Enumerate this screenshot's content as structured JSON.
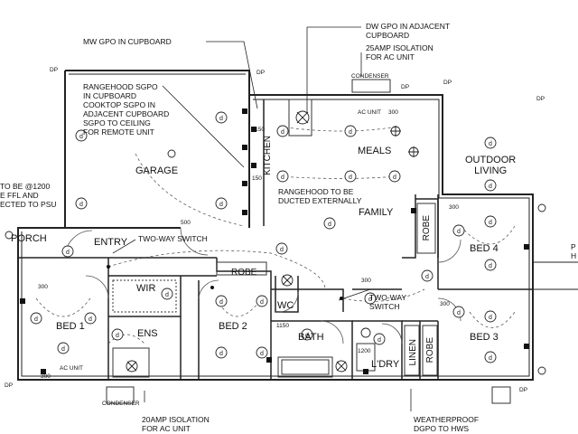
{
  "rooms": {
    "garage": "GARAGE",
    "kitchen": "KITCHEN",
    "meals": "MEALS",
    "family": "FAMILY",
    "outdoor": "OUTDOOR\nLIVING",
    "porch": "PORCH",
    "entry": "ENTRY",
    "bed1": "BED 1",
    "bed2": "BED 2",
    "bed3": "BED 3",
    "bed4": "BED 4",
    "wir": "WIR",
    "ens": "ENS",
    "robe1": "ROBE",
    "robe2": "ROBE",
    "robe3": "ROBE",
    "wc": "WC",
    "bath": "BATH",
    "ldry": "L'DRY",
    "linen": "LINEN"
  },
  "notes": {
    "mw_gpo": "MW GPO IN CUPBOARD",
    "rangehood": "RANGEHOOD SGPO\nIN CUPBOARD\nCOOKTOP SGPO IN\nADJACENT CUPBOARD\nSGPO TO CEILING\nFOR REMOTE UNIT",
    "dw_gpo": "DW GPO IN ADJACENT\nCUPBOARD",
    "iso25": "25AMP ISOLATION\nFOR AC UNIT",
    "ducted": "RANGEHOOD TO BE\nDUCTED EXTERNALLY",
    "twoway1": "TWO-WAY SWITCH",
    "twoway2": "TWO-WAY\nSWITCH",
    "iso20": "20AMP ISOLATION\nFOR AC UNIT",
    "weatherproof": "WEATHERPROOF\nDGPO TO HWS",
    "psu": "TO BE @1200\nE FFL AND\nECTED TO PSU",
    "right_edge": "P\nH"
  },
  "small": {
    "condenser_top": "CONDENSER",
    "condenser_bottom": "CONDENSER",
    "ac_unit_top": "AC UNIT",
    "ac_unit_bottom": "AC UNIT",
    "dp1": "DP",
    "dp2": "DP",
    "dp3": "DP",
    "dp4": "DP",
    "dp5": "DP",
    "dp6": "DP",
    "dp7": "DP",
    "n300_a": "300",
    "n300_b": "300",
    "n300_c": "300",
    "n300_d": "300",
    "n300_e": "300",
    "n300_f": "300",
    "n150_a": "150",
    "n1150_a": "1150",
    "n1150_b": "1150",
    "n1200": "1200",
    "n500": "500"
  }
}
